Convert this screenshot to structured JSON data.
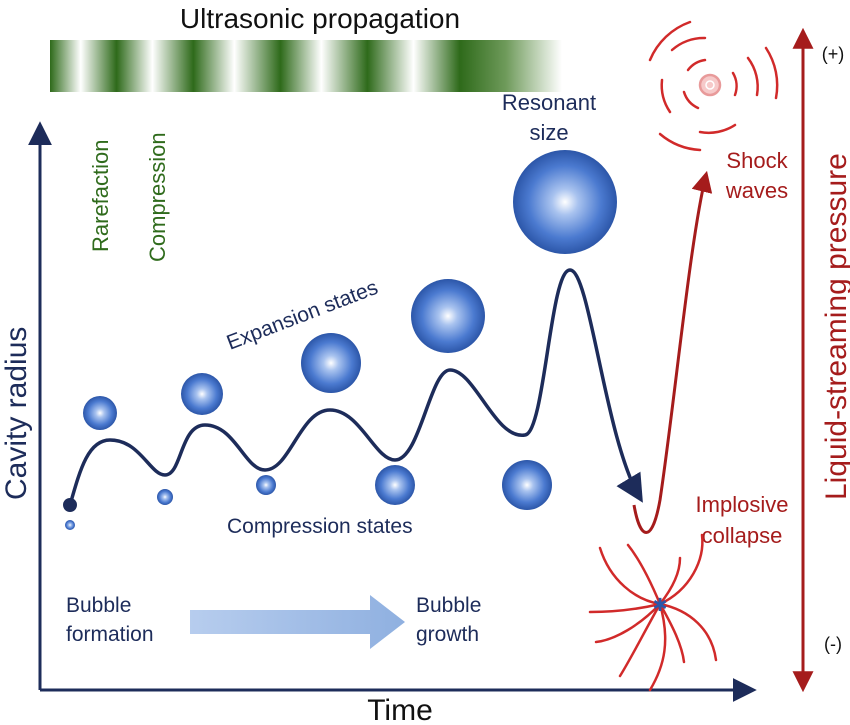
{
  "title": "Ultrasonic propagation",
  "wave_labels": {
    "rarefaction": "Rarefaction",
    "compression": "Compression"
  },
  "axes": {
    "x_label": "Time",
    "y_label": "Cavity radius",
    "right_label": "Liquid-streaming pressure",
    "right_top": "(+)",
    "right_bottom": "(-)"
  },
  "labels": {
    "resonant_1": "Resonant",
    "resonant_2": "size",
    "expansion_states": "Expansion states",
    "compression_states": "Compression states",
    "shock_1": "Shock",
    "shock_2": "waves",
    "implosive_1": "Implosive",
    "implosive_2": "collapse",
    "bubble_formation_1": "Bubble",
    "bubble_formation_2": "formation",
    "bubble_growth_1": "Bubble",
    "bubble_growth_2": "growth"
  },
  "colors": {
    "navy": "#1d2c5a",
    "green": "#2f6b1c",
    "red": "#a51c1c",
    "bubble": "#3f6fc8",
    "arrow_light": "#a9c2e6"
  }
}
